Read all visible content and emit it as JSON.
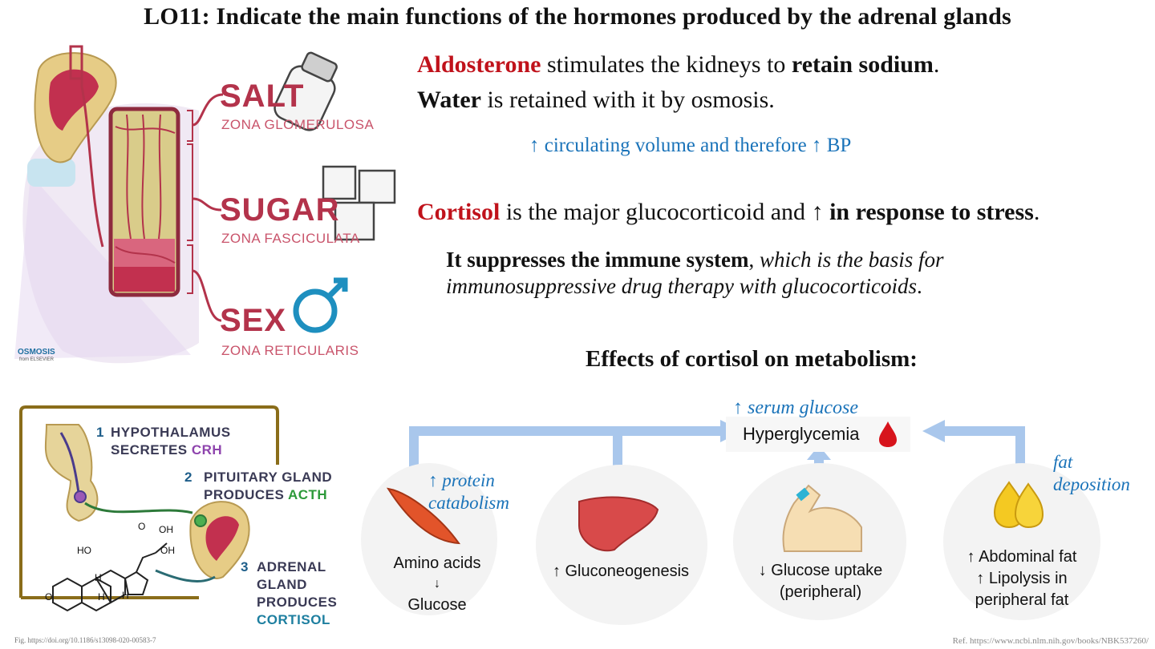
{
  "title": "LO11: Indicate the main functions of the hormones produced by the adrenal glands",
  "zones": {
    "salt": "SALT",
    "glomerulosa": "ZONA GLOMERULOSA",
    "sugar": "SUGAR",
    "fasciculata": "ZONA FASCICULATA",
    "sex": "SEX",
    "reticularis": "ZONA RETICULARIS",
    "logo": "OSMOSIS",
    "logo_sub": "from ELSEVIER"
  },
  "aldosterone": {
    "name": "Aldosterone",
    "text1": " stimulates the kidneys to ",
    "bold1": "retain sodium",
    "end1": ".",
    "water": "Water",
    "text2": " is retained with it by osmosis.",
    "effect": "↑ circulating volume and therefore ↑ BP"
  },
  "cortisol": {
    "name": "Cortisol",
    "text1": " is the major glucocorticoid and ",
    "arrow": "↑",
    "bold1": " in response to stress",
    "end1": ".",
    "immune_bold": "It suppresses the immune system",
    "immune_comma": ", ",
    "immune_italic1": "which is the basis for",
    "immune_italic2": "immunosuppressive drug therapy with glucocorticoids",
    "immune_end": "."
  },
  "axis": {
    "n1": "1",
    "s1a": "HYPOTHALAMUS",
    "s1b": "SECRETES ",
    "s1c": "CRH",
    "n2": "2",
    "s2a": "PITUITARY GLAND",
    "s2b": "PRODUCES ",
    "s2c": "ACTH",
    "n3": "3",
    "s3a": "ADRENAL",
    "s3b": "GLAND",
    "s3c": "PRODUCES",
    "s3d": "CORTISOL",
    "oh1": "OH",
    "oh2": "OH",
    "ho": "HO",
    "o1": "O",
    "o2": "O",
    "h1": "H",
    "h2": "H",
    "h3": "H"
  },
  "metabolism": {
    "heading": "Effects of cortisol on metabolism:",
    "serum": "↑ serum glucose",
    "hyper": "Hyperglycemia",
    "protein1": "↑ protein",
    "protein2": "catabolism",
    "fat1": "fat",
    "fat2": "deposition",
    "c1a": "Amino acids",
    "c1b": "↓",
    "c1c": "Glucose",
    "c2": "↑ Gluconeogenesis",
    "c3a": "↓ Glucose uptake",
    "c3b": "(peripheral)",
    "c4a": "↑ Abdominal fat",
    "c4b": "↑ Lipolysis in",
    "c4c": "peripheral fat"
  },
  "refs": {
    "fig": "Fig. https://doi.org/10.1186/s13098-020-00583-7",
    "ref": "Ref. https://www.ncbi.nlm.nih.gov/books/NBK537260/"
  },
  "colors": {
    "accent_red": "#c0121b",
    "accent_blue": "#1a73b9",
    "zone_pink": "#b3334b"
  }
}
